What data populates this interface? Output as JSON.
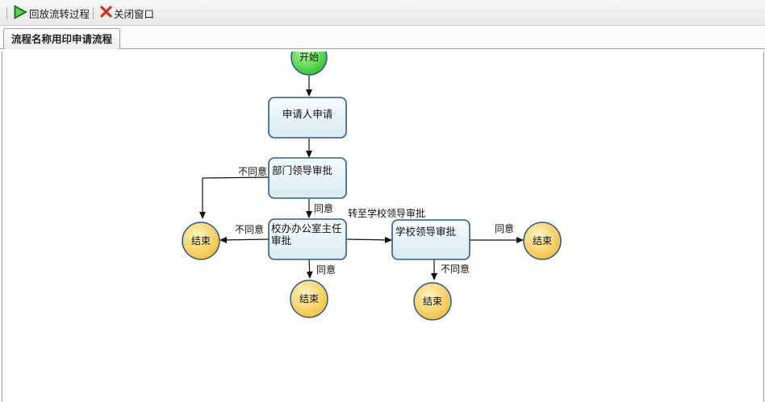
{
  "toolbar": {
    "replay_label": "回放流转过程",
    "close_label": "关闭窗口"
  },
  "tab": {
    "label": "流程名称用印申请流程"
  },
  "flow": {
    "nodes": {
      "start": "开始",
      "apply": "申请人申请",
      "dept": "部门领导审批",
      "office": "校办办公室主任审批",
      "school": "学校领导审批",
      "end_left": "结束",
      "end_bottom1": "结束",
      "end_bottom2": "结束",
      "end_right": "结束"
    },
    "edges": {
      "dept_reject": "不同意",
      "dept_agree": "同意",
      "office_reject": "不同意",
      "office_agree": "同意",
      "office_to_school": "转至学校领导审批",
      "school_agree": "同意",
      "school_reject": "不同意"
    },
    "colors": {
      "start_fill": "#3fcf3a",
      "end_fill": "#f6c84a",
      "task_fill": "#e6f2f8",
      "task_border": "#2c5d8a"
    }
  }
}
